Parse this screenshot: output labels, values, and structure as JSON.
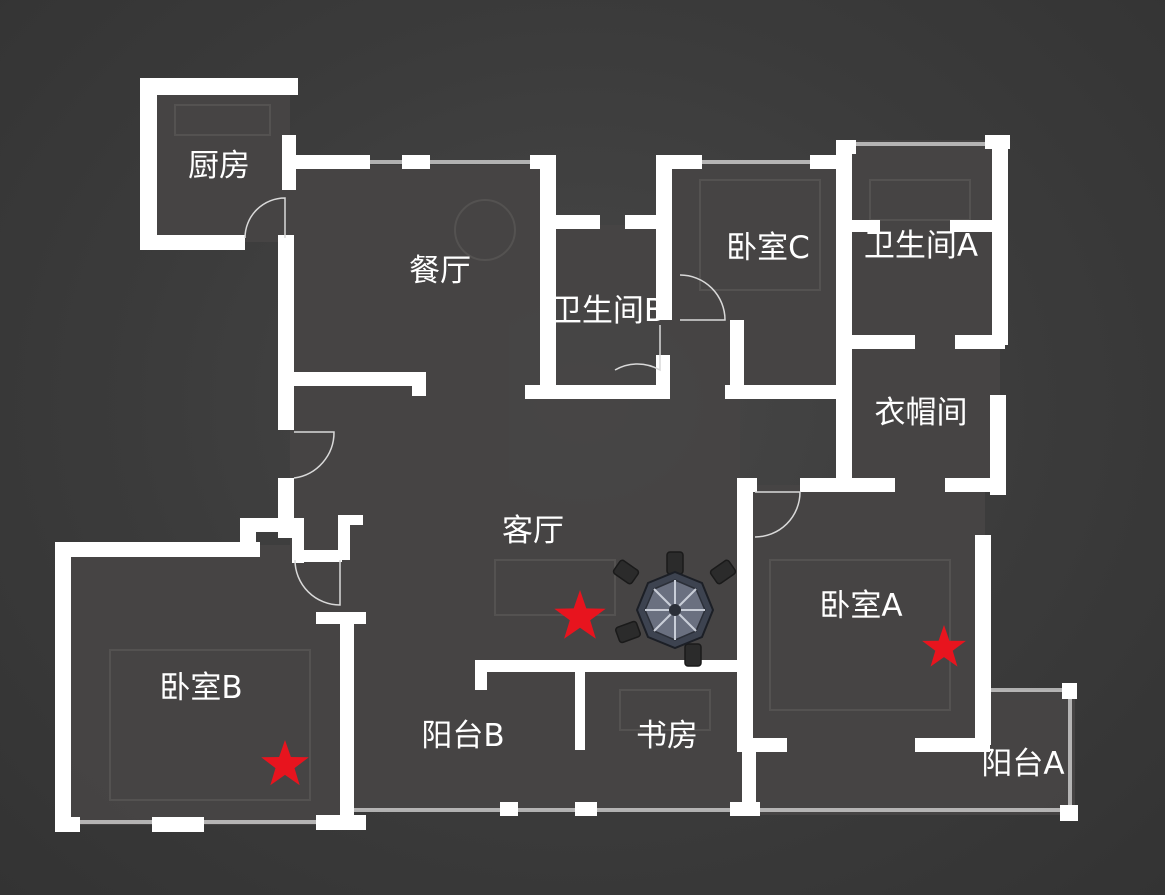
{
  "rooms": {
    "kitchen": "厨房",
    "dining": "餐厅",
    "bathroom_b": "卫生间B",
    "bedroom_c": "卧室C",
    "bathroom_a": "卫生间A",
    "cloakroom": "衣帽间",
    "living": "客厅",
    "bedroom_a": "卧室A",
    "bedroom_b": "卧室B",
    "balcony_b": "阳台B",
    "study": "书房",
    "balcony_a": "阳台A"
  },
  "colors": {
    "wall": "#ffffff",
    "floor": "#474545",
    "marker_star": "#e8141e",
    "robot_body": "#3d4350",
    "background": "#3a3a3a"
  },
  "markers": [
    {
      "name": "star-living",
      "icon": "star-icon"
    },
    {
      "name": "star-bedroom-a",
      "icon": "star-icon"
    },
    {
      "name": "star-bedroom-b",
      "icon": "star-icon"
    }
  ],
  "device": {
    "icon": "robot-vacuum-icon"
  }
}
